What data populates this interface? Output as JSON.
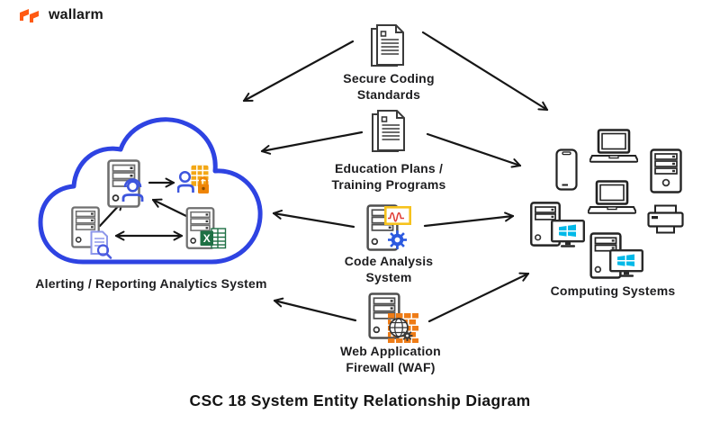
{
  "brand": {
    "name": "wallarm",
    "logo_color": "#ff5a13"
  },
  "title": "CSC 18 System Entity Relationship Diagram",
  "nodes": {
    "analytics": {
      "label": "Alerting / Reporting Analytics System"
    },
    "secure_coding": {
      "lines": [
        "Secure Coding",
        "Standards"
      ]
    },
    "education": {
      "lines": [
        "Education Plans /",
        "Training Programs"
      ]
    },
    "code_analysis": {
      "lines": [
        "Code Analysis",
        "System"
      ]
    },
    "waf": {
      "lines": [
        "Web Application",
        "Firewall (WAF)"
      ]
    },
    "computing": {
      "label": "Computing Systems"
    }
  },
  "edges": [
    {
      "from": "secure_coding",
      "to": "analytics"
    },
    {
      "from": "secure_coding",
      "to": "computing"
    },
    {
      "from": "education",
      "to": "analytics"
    },
    {
      "from": "education",
      "to": "computing"
    },
    {
      "from": "code_analysis",
      "to": "analytics"
    },
    {
      "from": "code_analysis",
      "to": "computing"
    },
    {
      "from": "waf",
      "to": "analytics"
    },
    {
      "from": "waf",
      "to": "computing"
    }
  ],
  "colors": {
    "cloud_border": "#2e43e2",
    "arrow": "#161616",
    "accent_blue": "#3d55dd",
    "accent_orange": "#ef8506",
    "excel_green": "#1e7044",
    "windows_cyan": "#00b9e8",
    "waveform_yellow": "#f6c21d",
    "waveform_red": "#e04038",
    "brick_orange": "#ee7c17"
  }
}
